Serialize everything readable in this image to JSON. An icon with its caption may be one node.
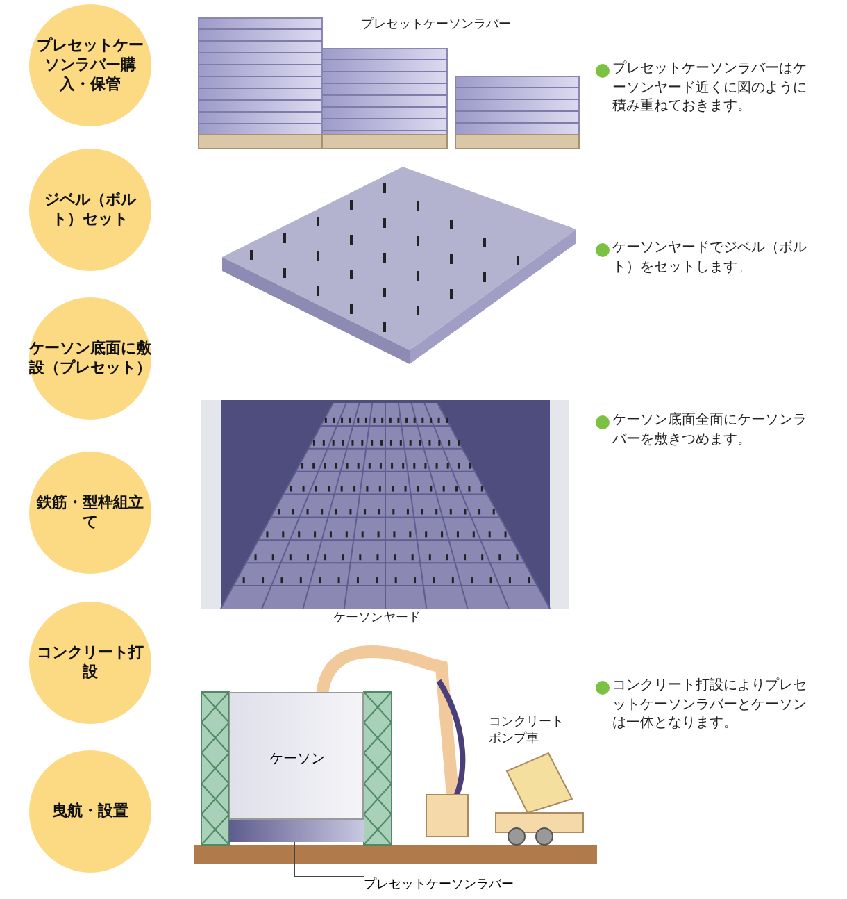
{
  "diagram": {
    "nodes": [
      {
        "text": [
          "プレセットケーソンラバー購入・保管"
        ]
      },
      {
        "text": [
          "ジベル（ボルト）セット"
        ]
      },
      {
        "text": [
          "ケーソン底面に敷設（プレセット）"
        ]
      },
      {
        "text": [
          "鉄筋・型枠組立て"
        ]
      },
      {
        "text": [
          "コンクリート打設"
        ]
      },
      {
        "text": [
          "曳航・設置"
        ]
      },
      {
        "text": [
          "ケーソン"
        ]
      },
      {
        "text": [],
        "shape": "bar"
      },
      {
        "text": [
          "プレセットケーソンラバー"
        ]
      }
    ],
    "edges": [
      {
        "from": 8,
        "to": 7,
        "arrow": "none"
      }
    ],
    "labels": [
      "プレセットケーソンラバー",
      "プレセットケーソンラバーはケーソンヤード近くに図のように積み重ねておきます。",
      "ケーソンヤードでジベル（ボルト）をセットします。",
      "ケーソン底面全面にケーソンラバーを敷きつめます。",
      "ケーソンヤード",
      "コンクリート打設によりプレセットケーソンラバーとケーソンは一体となります。",
      "コンクリートポンプ車"
    ]
  }
}
